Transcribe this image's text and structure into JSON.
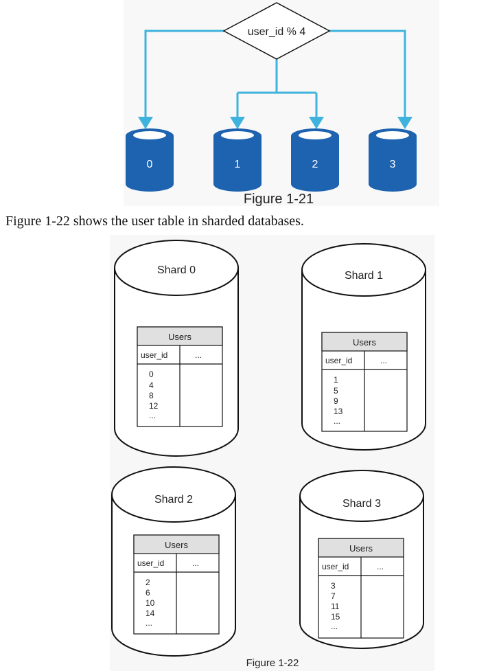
{
  "figure_21": {
    "decision_label": "user_id % 4",
    "shards": [
      "0",
      "1",
      "2",
      "3"
    ],
    "caption": "Figure 1-21",
    "colors": {
      "arrow": "#3fb3dd",
      "db": "#1e63b0"
    }
  },
  "paragraph": "Figure 1-22 shows the user table in sharded databases.",
  "figure_22": {
    "caption": "Figure 1-22",
    "shards": [
      {
        "title": "Shard 0",
        "table": "Users",
        "columns": [
          "user_id",
          "..."
        ],
        "values": [
          "0",
          "4",
          "8",
          "12",
          "..."
        ]
      },
      {
        "title": "Shard 1",
        "table": "Users",
        "columns": [
          "user_id",
          "..."
        ],
        "values": [
          "1",
          "5",
          "9",
          "13",
          "..."
        ]
      },
      {
        "title": "Shard 2",
        "table": "Users",
        "columns": [
          "user_id",
          "..."
        ],
        "values": [
          "2",
          "6",
          "10",
          "14",
          "..."
        ]
      },
      {
        "title": "Shard 3",
        "table": "Users",
        "columns": [
          "user_id",
          "..."
        ],
        "values": [
          "3",
          "7",
          "11",
          "15",
          "..."
        ]
      }
    ],
    "colors": {
      "header_fill": "#e0e0e0",
      "background": "#f7f7f7"
    }
  }
}
